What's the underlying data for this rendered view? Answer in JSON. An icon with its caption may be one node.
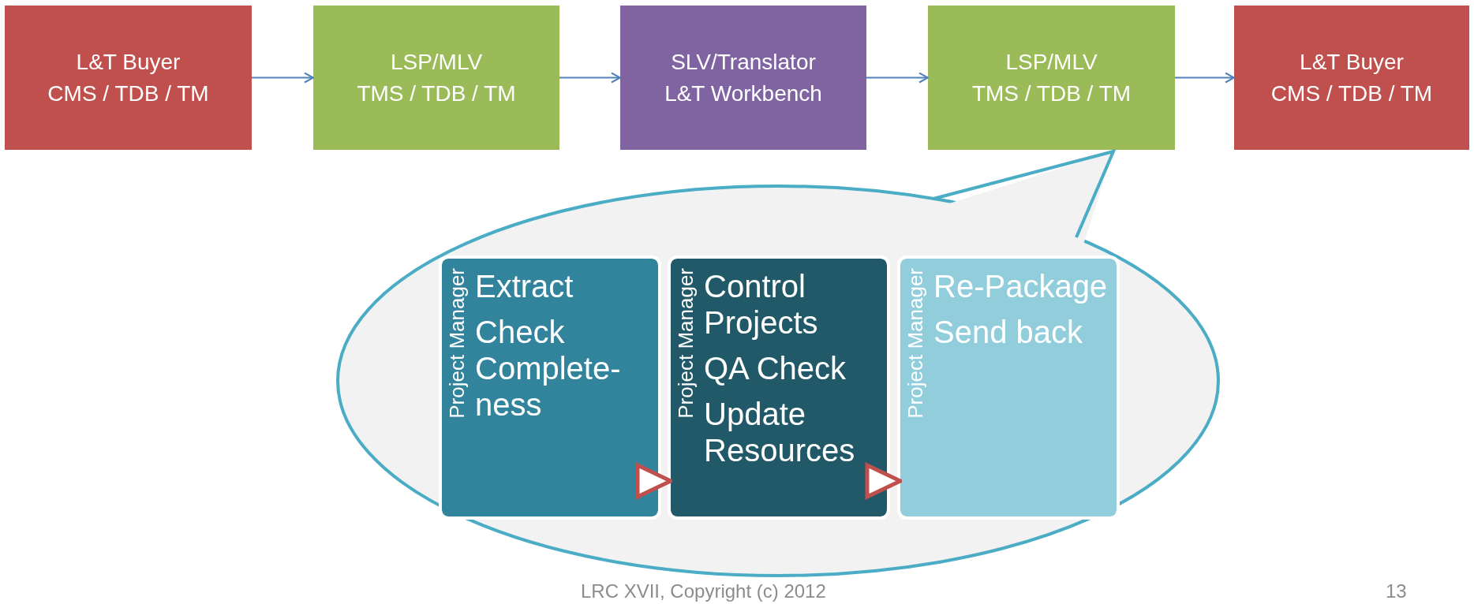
{
  "diagram": {
    "nodes": [
      {
        "text": [
          "L&T Buyer",
          "CMS / TDB / TM"
        ]
      },
      {
        "text": [
          "LSP/MLV",
          "TMS / TDB / TM"
        ]
      },
      {
        "text": [
          "SLV/Translator",
          "L&T Workbench"
        ]
      },
      {
        "text": [
          "LSP/MLV",
          "TMS / TDB / TM"
        ]
      },
      {
        "text": [
          "L&T Buyer",
          "CMS / TDB / TM"
        ]
      },
      {
        "text": [],
        "shape": "callout"
      },
      {
        "text": [
          "Project Manager",
          "Extract",
          "Check Complete-ness"
        ],
        "in": 5
      },
      {
        "text": [
          "Project Manager",
          "Control Projects",
          "QA Check",
          "Update Resources"
        ],
        "in": 5
      },
      {
        "text": [
          "Project Manager",
          "Re-Package",
          "Send back"
        ],
        "in": 5
      }
    ],
    "edges": [
      {
        "from": 0,
        "to": 1,
        "arrow": "to"
      },
      {
        "from": 1,
        "to": 2,
        "arrow": "to"
      },
      {
        "from": 2,
        "to": 3,
        "arrow": "to"
      },
      {
        "from": 3,
        "to": 4,
        "arrow": "to"
      },
      {
        "from": 6,
        "to": 7,
        "arrow": "to",
        "color": "#c0504d"
      },
      {
        "from": 7,
        "to": 8,
        "arrow": "to",
        "color": "#c0504d"
      }
    ],
    "labels": [
      "LRC XVII, Copyright (c) 2012",
      "13"
    ]
  }
}
